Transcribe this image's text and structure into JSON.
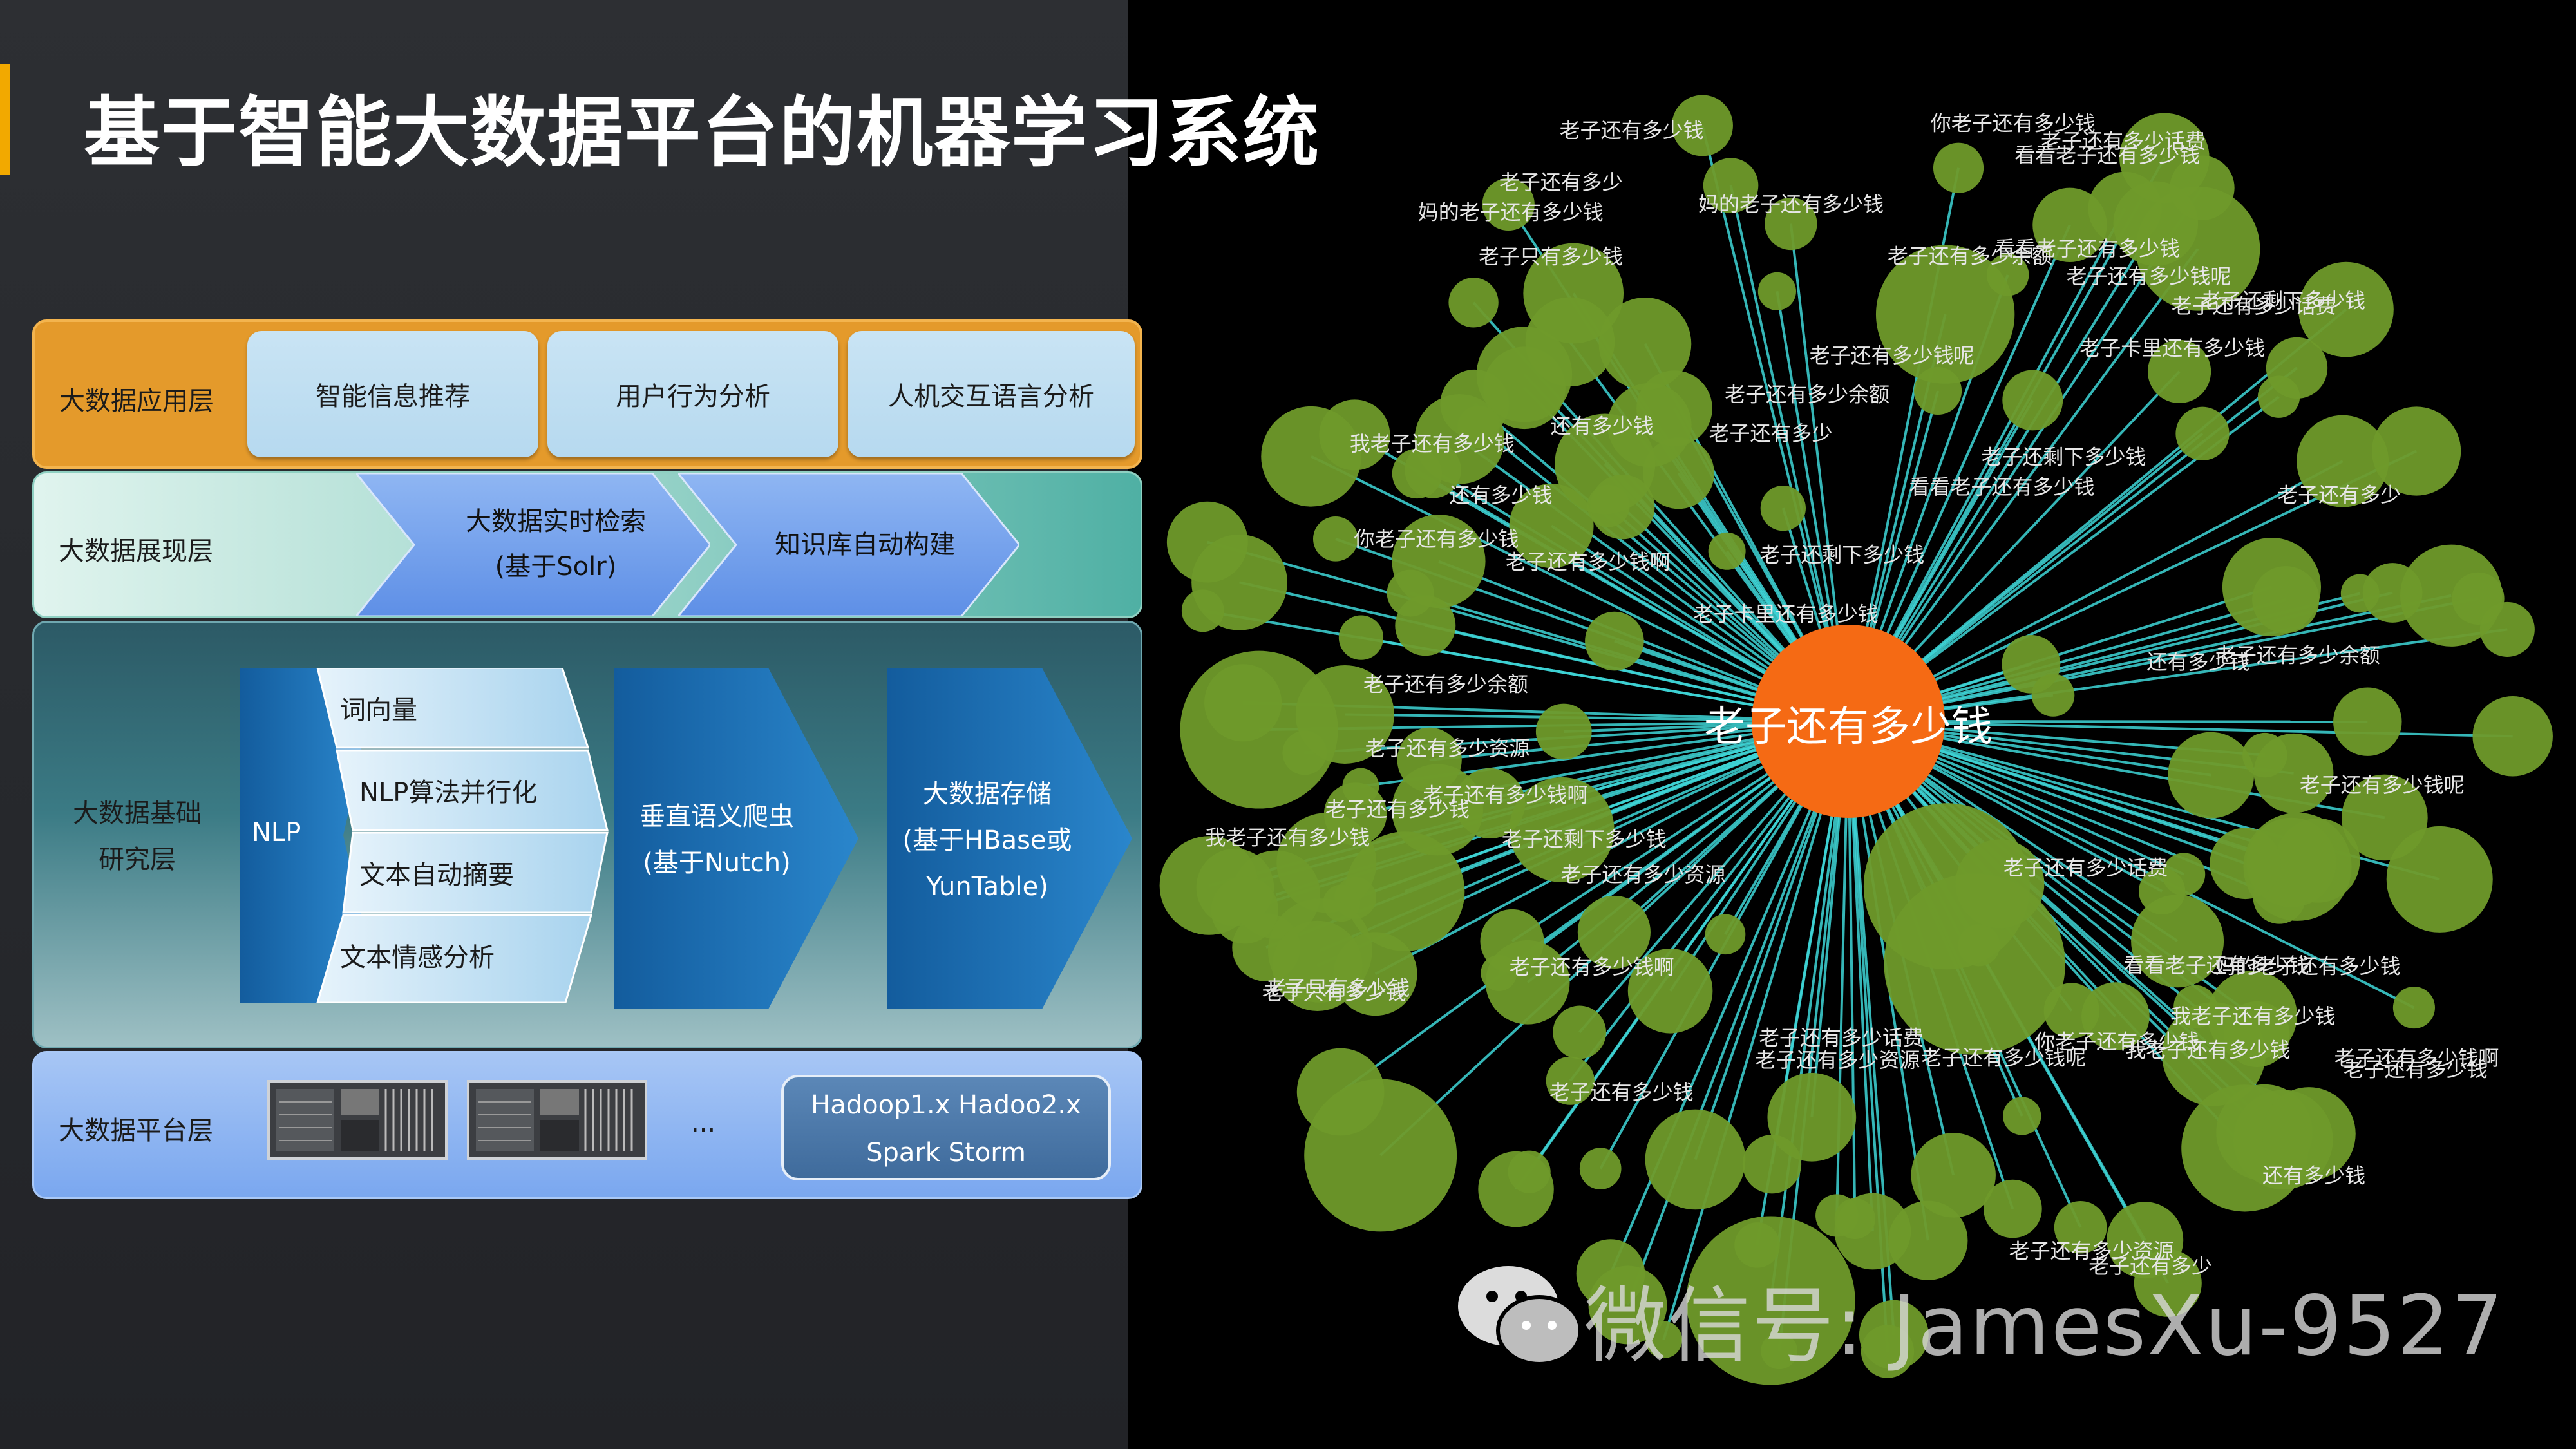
{
  "title": "基于智能大数据平台的机器学习系统",
  "layers": {
    "application": {
      "label": "大数据应用层",
      "items": [
        "智能信息推荐",
        "用户行为分析",
        "人机交互语言分析"
      ]
    },
    "presentation": {
      "label": "大数据展现层",
      "items": [
        {
          "line1": "大数据实时检索",
          "line2": "(基于Solr)"
        },
        {
          "line1": "知识库自动构建",
          "line2": ""
        }
      ]
    },
    "research": {
      "label_line1": "大数据基础",
      "label_line2": "研究层",
      "nlp": {
        "label": "NLP",
        "items": [
          "词向量",
          "NLP算法并行化",
          "文本自动摘要",
          "文本情感分析"
        ]
      },
      "crawler": {
        "line1": "垂直语义爬虫",
        "line2": "(基于Nutch)"
      },
      "storage": {
        "line1": "大数据存储",
        "line2": "(基于HBase或",
        "line3": "YunTable)"
      }
    },
    "platform": {
      "label": "大数据平台层",
      "ellipsis": "...",
      "tech_line1": "Hadoop1.x Hadoo2.x",
      "tech_line2": "Spark Storm"
    }
  },
  "graph": {
    "center_label": "老子还有多少钱",
    "node_labels": [
      "老子还有多少钱",
      "老子还有多少",
      "老子还有多少钱呢",
      "还有多少钱",
      "老子还剩下多少钱",
      "老子还有多少资源",
      "我老子还有多少钱",
      "老子只有多少钱",
      "你老子还有多少钱",
      "老子还有多少余额",
      "老子还有多少话费",
      "看看老子还有多少钱",
      "老子还有多少钱啊",
      "老子卡里还有多少钱",
      "妈的老子还有多少钱"
    ],
    "colors": {
      "node": "#6f9a2a",
      "center": "#f56a14",
      "edge": "#3fd6d8",
      "label": "#e6e6e6"
    }
  },
  "watermark": "微信号: JamesXu-9527",
  "colors": {
    "accent": "#f2a900",
    "app_layer": "#e49a2b",
    "block_blue": "#1f6fb5"
  }
}
